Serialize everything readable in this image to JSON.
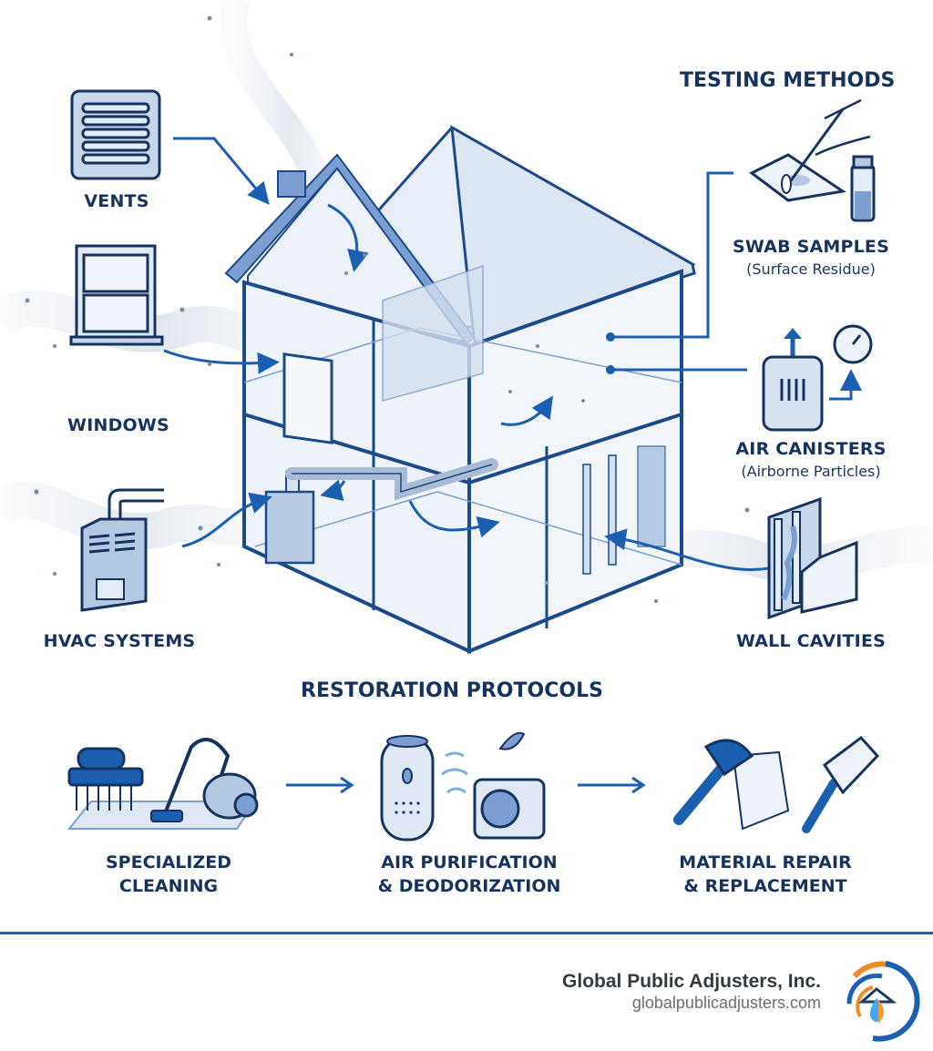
{
  "diagram": {
    "title_testing": "TESTING METHODS",
    "title_restoration": "RESTORATION PROTOCOLS",
    "entry_points": [
      {
        "label": "VENTS",
        "icon": "vent-icon"
      },
      {
        "label": "WINDOWS",
        "icon": "window-icon"
      },
      {
        "label": "HVAC SYSTEMS",
        "icon": "furnace-icon"
      },
      {
        "label": "WALL CAVITIES",
        "icon": "wall-cavity-icon"
      }
    ],
    "testing_methods": [
      {
        "label": "SWAB SAMPLES",
        "sublabel": "(Surface Residue)",
        "icon": "swab-icon"
      },
      {
        "label": "AIR CANISTERS",
        "sublabel": "(Airborne Particles)",
        "icon": "air-canister-icon"
      }
    ],
    "restoration_steps": [
      {
        "line1": "SPECIALIZED",
        "line2": "CLEANING",
        "icon": "cleaning-icon"
      },
      {
        "line1": "AIR PURIFICATION",
        "line2": "& DEODORIZATION",
        "icon": "air-purifier-icon"
      },
      {
        "line1": "MATERIAL REPAIR",
        "line2": "& REPLACEMENT",
        "icon": "repair-tools-icon"
      }
    ],
    "center_illustration": "house-cutaway-smoke-infiltration"
  },
  "footer": {
    "company": "Global Public Adjusters, Inc.",
    "website": "globalpublicadjusters.com"
  },
  "colors": {
    "primary_navy": "#16335f",
    "accent_blue": "#1b5fb0",
    "light_blue": "#dce6f3",
    "logo_orange": "#f08a24",
    "logo_blue": "#1b5fb0"
  }
}
